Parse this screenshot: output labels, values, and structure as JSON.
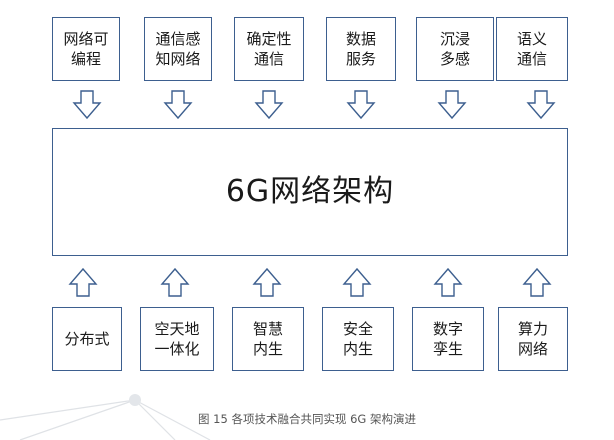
{
  "top_boxes": [
    {
      "label": "网络可\n编程"
    },
    {
      "label": "通信感\n知网络"
    },
    {
      "label": "确定性\n通信"
    },
    {
      "label": "数据\n服务"
    },
    {
      "label": "沉浸\n多感"
    },
    {
      "label": "语义\n通信"
    }
  ],
  "center": {
    "label": "6G网络架构"
  },
  "bottom_boxes": [
    {
      "label": "分布式"
    },
    {
      "label": "空天地\n一体化"
    },
    {
      "label": "智慧\n内生"
    },
    {
      "label": "安全\n内生"
    },
    {
      "label": "数字\n孪生"
    },
    {
      "label": "算力\n网络"
    }
  ],
  "caption": "图 15   各项技术融合共同实现 6G 架构演进",
  "colors": {
    "border": "#3d5f8f",
    "arrow": "#3d5f8f",
    "bg_line": "#d9dde2"
  }
}
